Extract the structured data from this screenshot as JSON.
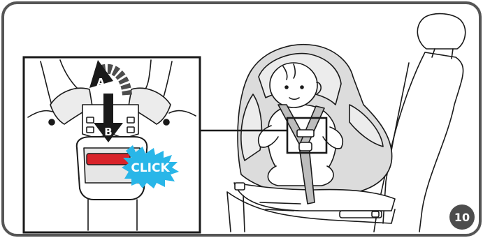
{
  "figure": {
    "step_number": "10",
    "click_label": "CLICK",
    "arrow_a_label": "A",
    "arrow_b_label": "B"
  },
  "colors": {
    "frame": "#555555",
    "line": "#1a1a1a",
    "seat_gray": "#dcdcdc",
    "badge": "#4d4d4d",
    "click_burst": "#29b6e8",
    "buckle_red": "#d8232a"
  },
  "icons": {
    "step_badge": "circle-badge",
    "click_burst": "starburst",
    "arrow_a": "curved-arrow-up",
    "arrow_b": "straight-arrow-down"
  }
}
